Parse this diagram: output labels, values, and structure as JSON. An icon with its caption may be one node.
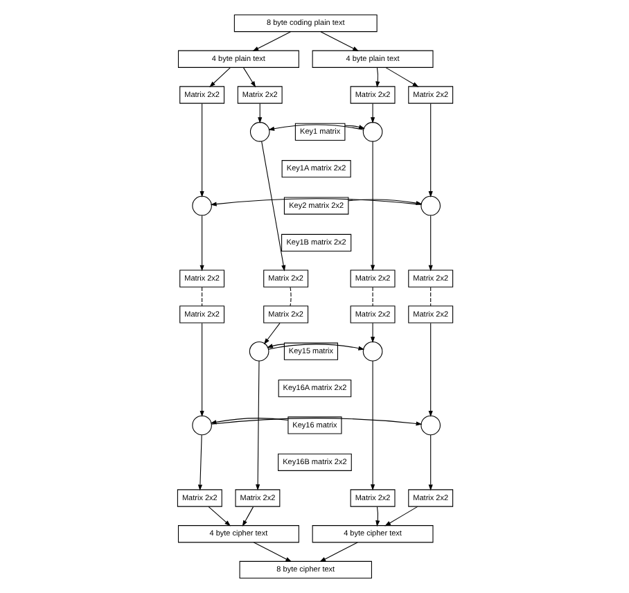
{
  "diagram": {
    "nodes": [
      {
        "text": [
          "8 byte coding plain text"
        ]
      },
      {
        "text": [
          "4 byte plain text"
        ]
      },
      {
        "text": [
          "4 byte plain text"
        ]
      },
      {
        "text": [
          "Matrix 2x2"
        ]
      },
      {
        "text": [
          "Matrix 2x2"
        ]
      },
      {
        "text": [
          "Matrix 2x2"
        ]
      },
      {
        "text": [
          "Matrix 2x2"
        ]
      },
      {
        "text": [],
        "shape": "circle"
      },
      {
        "text": [],
        "shape": "circle"
      },
      {
        "text": [
          "Key1 matrix"
        ]
      },
      {
        "text": [
          "Key1A matrix 2x2"
        ]
      },
      {
        "text": [],
        "shape": "circle"
      },
      {
        "text": [],
        "shape": "circle"
      },
      {
        "text": [
          "Key2 matrix 2x2"
        ]
      },
      {
        "text": [
          "Key1B matrix 2x2"
        ]
      },
      {
        "text": [
          "Matrix 2x2"
        ]
      },
      {
        "text": [
          "Matrix 2x2"
        ]
      },
      {
        "text": [
          "Matrix 2x2"
        ]
      },
      {
        "text": [
          "Matrix 2x2"
        ]
      },
      {
        "text": [
          "Matrix 2x2"
        ]
      },
      {
        "text": [
          "Matrix 2x2"
        ]
      },
      {
        "text": [
          "Matrix 2x2"
        ]
      },
      {
        "text": [
          "Matrix 2x2"
        ]
      },
      {
        "text": [],
        "shape": "circle"
      },
      {
        "text": [
          "Key16A matrix 2x2"
        ]
      },
      {
        "text": [],
        "shape": "circle"
      },
      {
        "text": [
          "Key15 matrix"
        ]
      },
      {
        "text": [],
        "shape": "circle"
      },
      {
        "text": [],
        "shape": "circle"
      },
      {
        "text": [
          "Key16 matrix"
        ]
      },
      {
        "text": [
          "Key16B matrix 2x2"
        ]
      },
      {
        "text": [
          "Matrix 2x2"
        ]
      },
      {
        "text": [
          "Matrix 2x2"
        ]
      },
      {
        "text": [
          "Matrix 2x2"
        ]
      },
      {
        "text": [
          "Matrix 2x2"
        ]
      },
      {
        "text": [
          "4 byte cipher text"
        ]
      },
      {
        "text": [
          "4 byte cipher text"
        ]
      },
      {
        "text": [
          "8 byte cipher text"
        ]
      }
    ],
    "edges": [
      {
        "from": 0,
        "to": 1,
        "arrow": "to"
      },
      {
        "from": 0,
        "to": 2,
        "arrow": "to"
      },
      {
        "from": 1,
        "to": 3,
        "arrow": "to"
      },
      {
        "from": 1,
        "to": 4,
        "arrow": "to"
      },
      {
        "from": 2,
        "to": 5,
        "arrow": "to"
      },
      {
        "from": 2,
        "to": 6,
        "arrow": "to"
      },
      {
        "from": 4,
        "to": 7,
        "arrow": "to"
      },
      {
        "from": 6,
        "to": 8,
        "arrow": "to"
      },
      {
        "from": 9,
        "to": 8,
        "arrow": "to"
      },
      {
        "from": 8,
        "to": 7,
        "arrow": "to"
      },
      {
        "from": 3,
        "to": 11,
        "arrow": "to"
      },
      {
        "from": 5,
        "to": 12,
        "arrow": "to"
      },
      {
        "from": 13,
        "to": 12,
        "arrow": "to"
      },
      {
        "from": 12,
        "to": 11,
        "arrow": "to"
      },
      {
        "from": 11,
        "to": 17,
        "arrow": "to"
      },
      {
        "from": 7,
        "to": 18,
        "arrow": "to"
      },
      {
        "from": 12,
        "to": 15,
        "arrow": "to"
      },
      {
        "from": 8,
        "to": 16,
        "arrow": "to"
      },
      {
        "from": 15,
        "to": 19,
        "arrow": "none",
        "style": "dashed"
      },
      {
        "from": 16,
        "to": 20,
        "arrow": "none",
        "style": "dashed"
      },
      {
        "from": 17,
        "to": 21,
        "arrow": "none",
        "style": "dashed"
      },
      {
        "from": 18,
        "to": 22,
        "arrow": "none",
        "style": "dashed"
      },
      {
        "from": 20,
        "to": 23,
        "arrow": "to"
      },
      {
        "from": 22,
        "to": 25,
        "arrow": "to"
      },
      {
        "from": 26,
        "to": 25,
        "arrow": "to"
      },
      {
        "from": 25,
        "to": 23,
        "arrow": "to"
      },
      {
        "from": 19,
        "to": 27,
        "arrow": "to"
      },
      {
        "from": 21,
        "to": 28,
        "arrow": "to"
      },
      {
        "from": 29,
        "to": 28,
        "arrow": "to"
      },
      {
        "from": 28,
        "to": 27,
        "arrow": "to"
      },
      {
        "from": 27,
        "to": 33,
        "arrow": "to"
      },
      {
        "from": 23,
        "to": 34,
        "arrow": "to"
      },
      {
        "from": 28,
        "to": 31,
        "arrow": "to"
      },
      {
        "from": 25,
        "to": 32,
        "arrow": "to"
      },
      {
        "from": 31,
        "to": 35,
        "arrow": "to"
      },
      {
        "from": 32,
        "to": 35,
        "arrow": "to"
      },
      {
        "from": 33,
        "to": 36,
        "arrow": "to"
      },
      {
        "from": 34,
        "to": 36,
        "arrow": "to"
      },
      {
        "from": 35,
        "to": 37,
        "arrow": "to"
      },
      {
        "from": 36,
        "to": 37,
        "arrow": "to"
      }
    ]
  }
}
